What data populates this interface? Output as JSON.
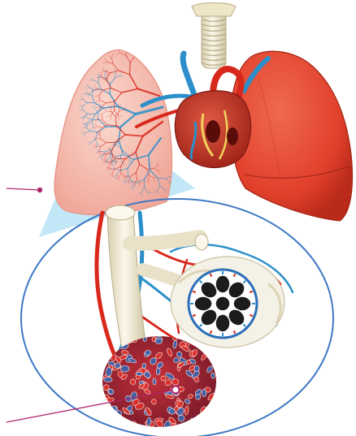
{
  "illustration": {
    "subject": "lungs-heart-alveoli",
    "colors": {
      "background": "#ffffff",
      "lung_left": "#f4b3a8",
      "lung_right": "#e2412c",
      "lung_right_shade": "#b92a1a",
      "heart": "#c8342a",
      "artery_blue": "#2c8fc9",
      "vein_red": "#d8281c",
      "trachea": "#efe6c8",
      "bronchiole": "#f2efe2",
      "magnifier_ring": "#3f79c4",
      "lead_line": "#b0246a",
      "lead_dot": "#b0246a",
      "zoom_cone": "#8fd3f0",
      "alveolus_interior": "#1c1c1c"
    },
    "icons": [
      "pointer-line",
      "pointer-dot"
    ]
  }
}
